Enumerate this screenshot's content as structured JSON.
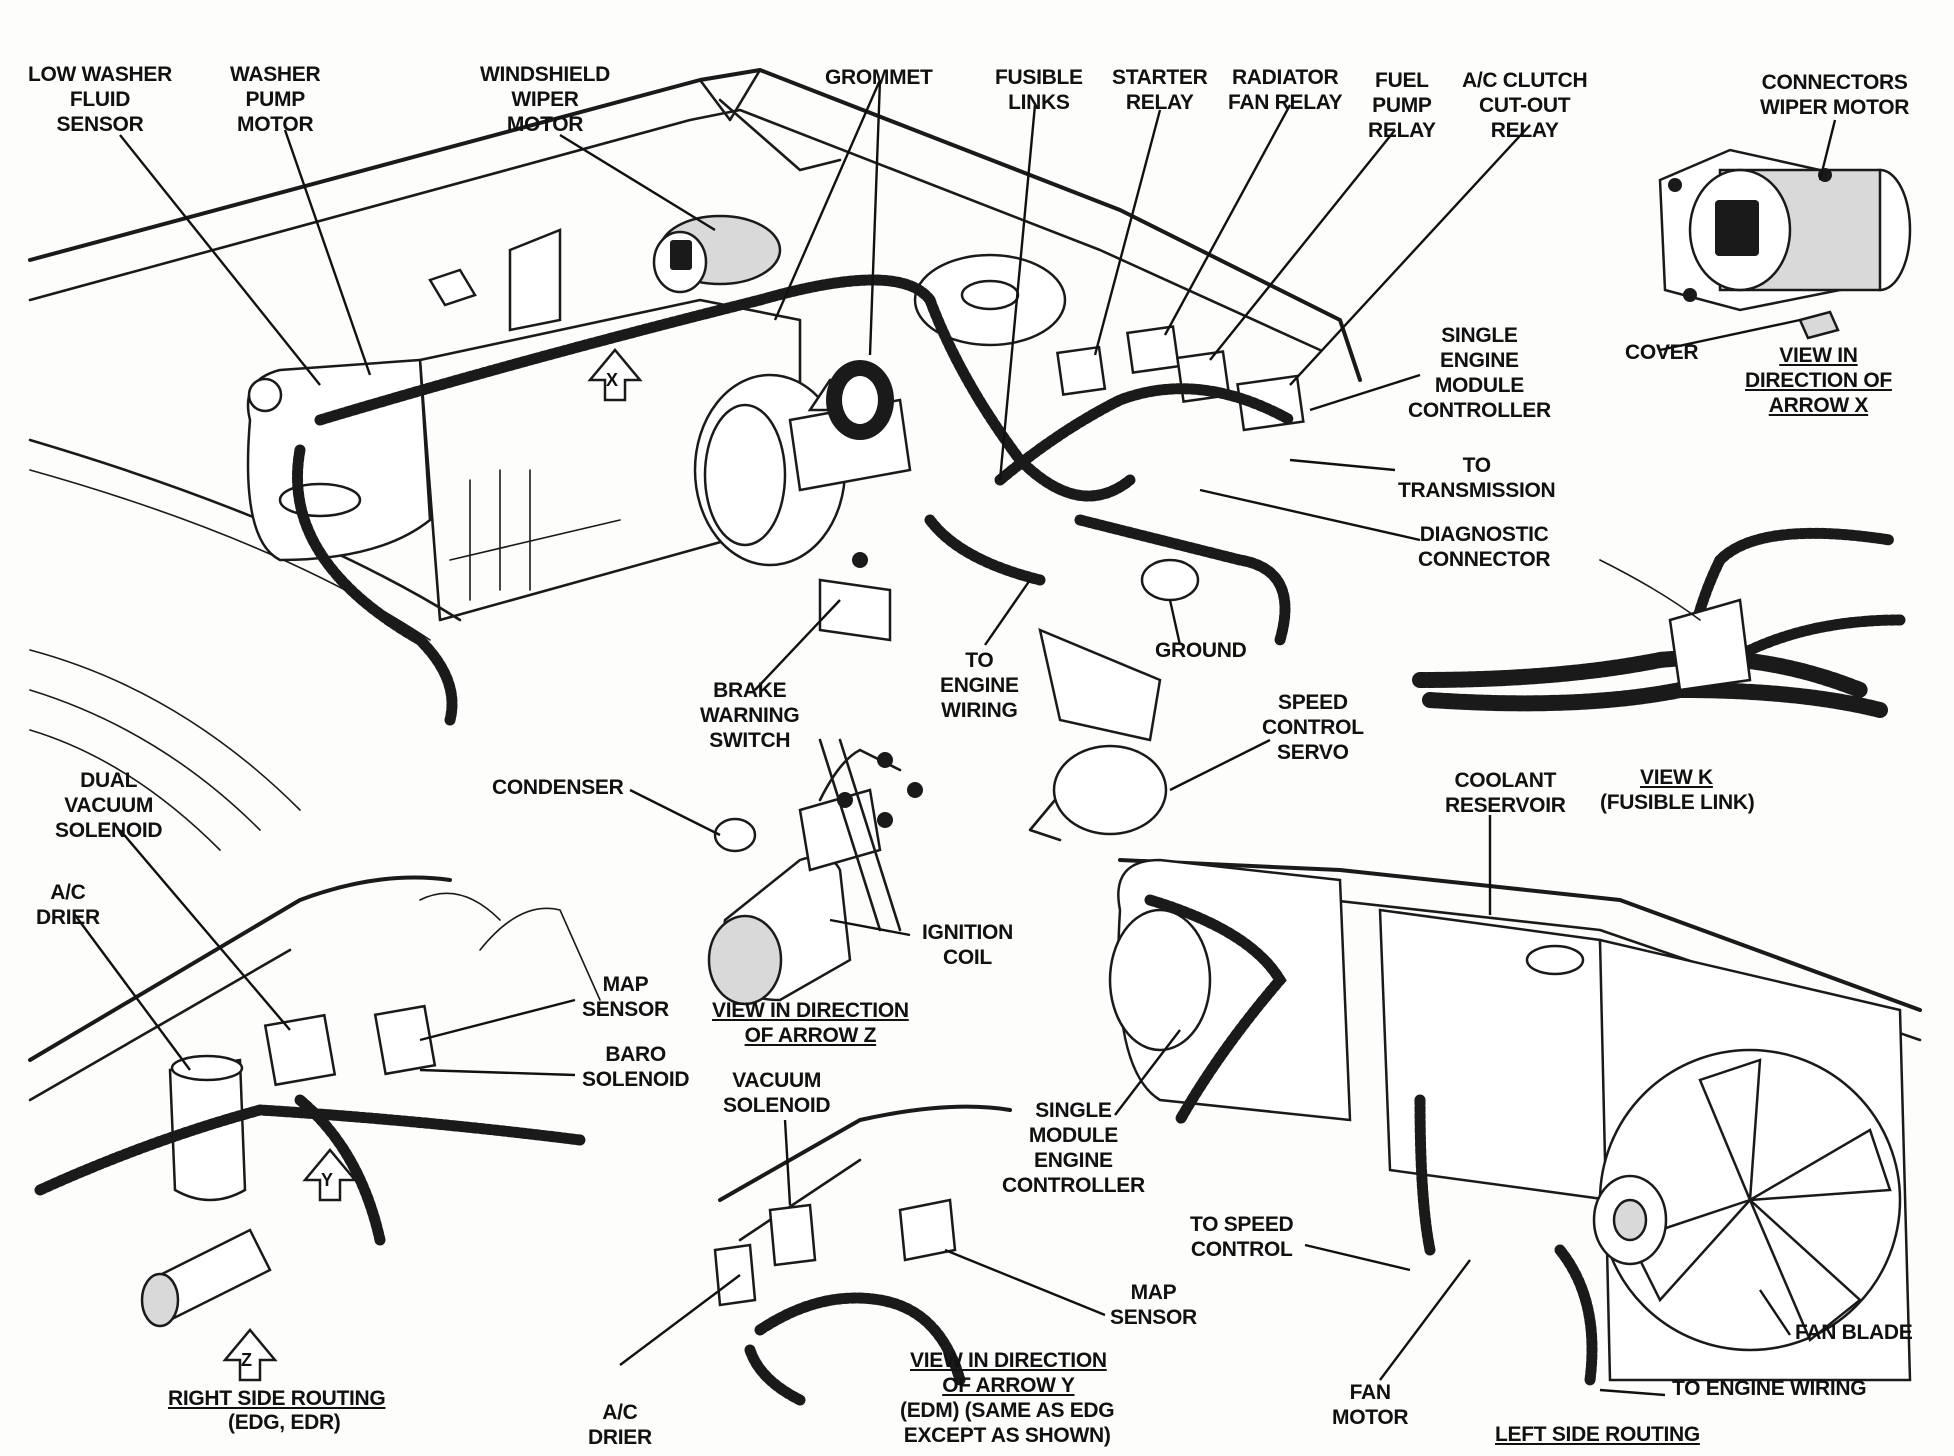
{
  "labels": {
    "low_washer_fluid_sensor": "LOW WASHER\nFLUID\nSENSOR",
    "washer_pump_motor": "WASHER\nPUMP\nMOTOR",
    "windshield_wiper_motor": "WINDSHIELD\nWIPER\nMOTOR",
    "grommet": "GROMMET",
    "fusible_links": "FUSIBLE\nLINKS",
    "starter_relay": "STARTER\nRELAY",
    "radiator_fan_relay": "RADIATOR\nFAN RELAY",
    "fuel_pump_relay": "FUEL\nPUMP\nRELAY",
    "ac_clutch_cutout_relay": "A/C CLUTCH\nCUT-OUT\nRELAY",
    "connectors_wiper_motor": "CONNECTORS\nWIPER MOTOR",
    "cover": "COVER",
    "view_arrow_x": "VIEW IN\nDIRECTION OF\nARROW X",
    "single_engine_module_controller": "SINGLE\nENGINE\nMODULE\nCONTROLLER",
    "to_transmission": "TO\nTRANSMISSION",
    "diagnostic_connector": "DIAGNOSTIC\nCONNECTOR",
    "ground": "GROUND",
    "to_engine_wiring_top": "TO\nENGINE\nWIRING",
    "brake_warning_switch": "BRAKE\nWARNING\nSWITCH",
    "speed_control_servo": "SPEED\nCONTROL\nSERVO",
    "view_k": "VIEW K",
    "view_k_sub": "(FUSIBLE LINK)",
    "condenser": "CONDENSER",
    "ignition_coil": "IGNITION\nCOIL",
    "view_arrow_z": "VIEW IN DIRECTION\nOF ARROW Z",
    "dual_vacuum_solenoid": "DUAL\nVACUUM\nSOLENOID",
    "ac_drier_left": "A/C\nDRIER",
    "map_sensor_left": "MAP\nSENSOR",
    "baro_solenoid": "BARO\nSOLENOID",
    "vacuum_solenoid": "VACUUM\nSOLENOID",
    "right_side_routing": "RIGHT SIDE ROUTING",
    "right_side_routing_sub": "(EDG, EDR)",
    "ac_drier_bottom": "A/C\nDRIER",
    "map_sensor_bottom": "MAP\nSENSOR",
    "view_arrow_y": "VIEW IN DIRECTION\nOF ARROW Y",
    "view_arrow_y_sub": "(EDM) (SAME AS EDG\nEXCEPT AS SHOWN)",
    "coolant_reservoir": "COOLANT\nRESERVOIR",
    "single_module_engine_controller": "SINGLE\nMODULE\nENGINE\nCONTROLLER",
    "to_speed_control": "TO SPEED\nCONTROL",
    "fan_motor": "FAN\nMOTOR",
    "fan_blade": "FAN BLADE",
    "to_engine_wiring_bottom": "TO ENGINE WIRING",
    "left_side_routing": "LEFT SIDE ROUTING"
  },
  "arrow_markers": {
    "x": "X",
    "y": "Y",
    "z": "Z"
  }
}
